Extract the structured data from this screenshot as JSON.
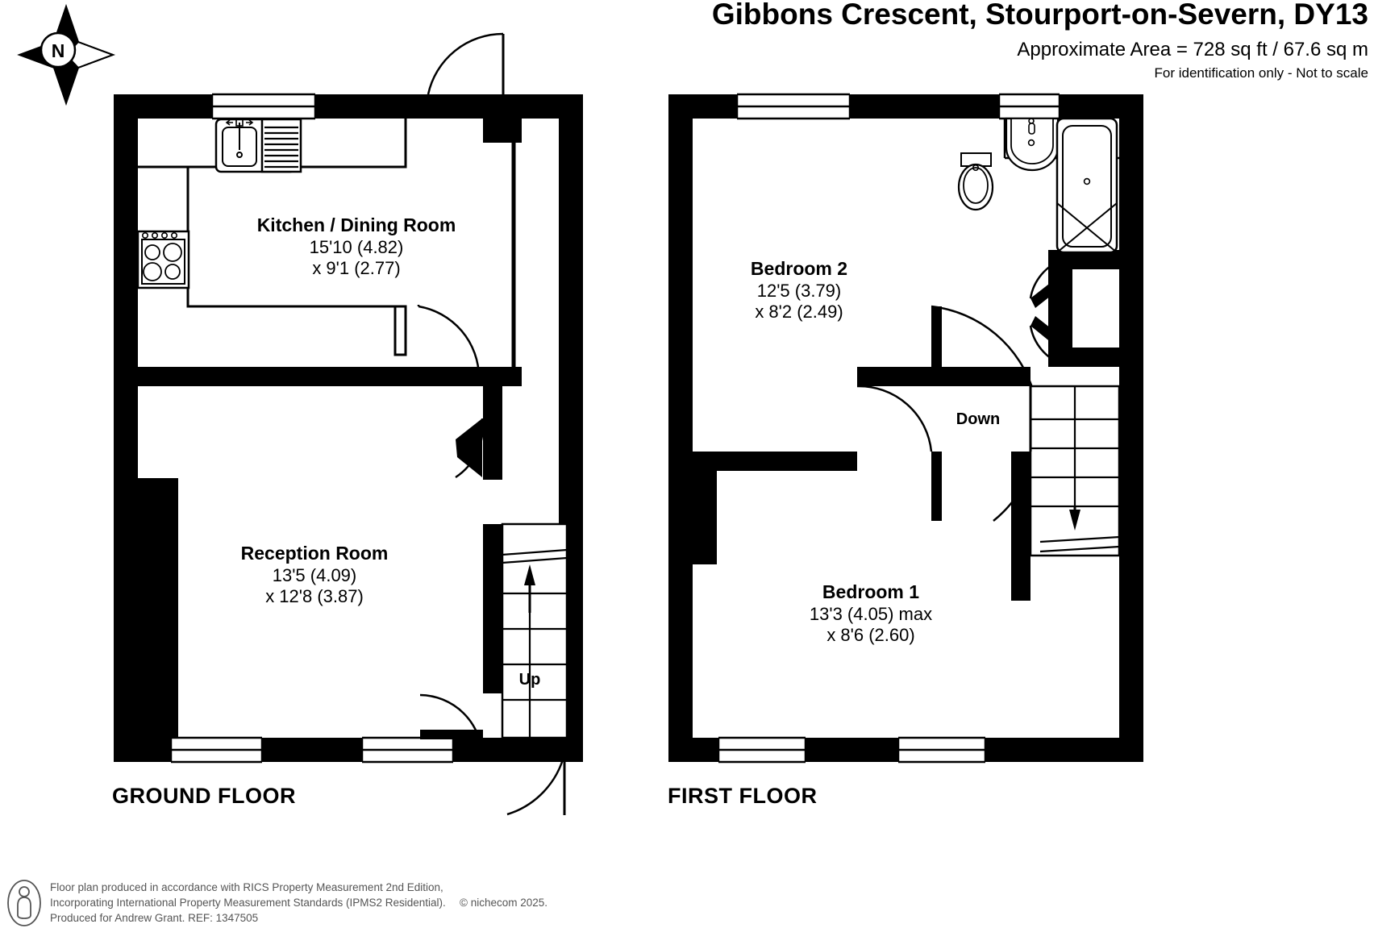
{
  "header": {
    "title": "Gibbons Crescent, Stourport-on-Severn, DY13",
    "area": "Approximate Area = 728 sq ft / 67.6 sq m",
    "disclaimer": "For identification only - Not to scale"
  },
  "compass": {
    "label": "N"
  },
  "floors": [
    {
      "name": "GROUND FLOOR",
      "rooms": [
        {
          "name": "Kitchen / Dining Room",
          "dim1": "15'10 (4.82)",
          "dim2": "x 9'1 (2.77)"
        },
        {
          "name": "Reception Room",
          "dim1": "13'5 (4.09)",
          "dim2": "x 12'8 (3.87)"
        }
      ],
      "stair_label": "Up"
    },
    {
      "name": "FIRST FLOOR",
      "rooms": [
        {
          "name": "Bedroom 2",
          "dim1": "12'5 (3.79)",
          "dim2": "x 8'2 (2.49)"
        },
        {
          "name": "Bedroom 1",
          "dim1": "13'3 (4.05) max",
          "dim2": "x 8'6 (2.60)"
        }
      ],
      "stair_label": "Down"
    }
  ],
  "footer": {
    "line1": "Floor plan produced in accordance with RICS Property Measurement 2nd Edition,",
    "line2": "Incorporating International Property Measurement Standards (IPMS2 Residential).",
    "copyright": "© nichecom 2025.",
    "line3": "Produced for Andrew Grant.   REF:  1347505"
  },
  "colors": {
    "wall": "#000000",
    "fixture_line": "#000000",
    "footer_text": "#555555"
  }
}
